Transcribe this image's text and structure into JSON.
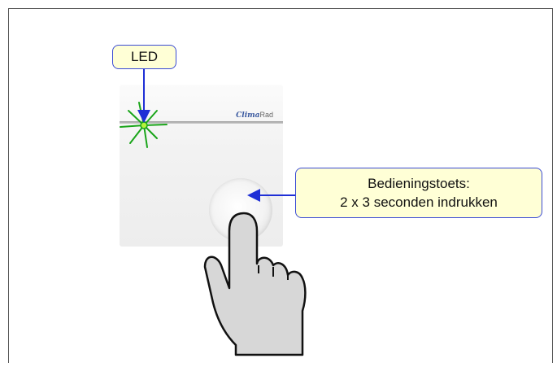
{
  "callouts": {
    "led": {
      "label": "LED"
    },
    "button": {
      "line1": "Bedieningstoets:",
      "line2": "2 x 3 seconden indrukken"
    }
  },
  "device": {
    "brand_prefix": "Clima",
    "brand_suffix": "Rad"
  },
  "colors": {
    "callout_fill": "#ffffd6",
    "callout_border": "#3a4bd4",
    "arrow": "#1f2fd6",
    "led_green": "#1aa51a"
  },
  "icons": [
    "led-burst-icon",
    "hand-pointer-icon"
  ]
}
